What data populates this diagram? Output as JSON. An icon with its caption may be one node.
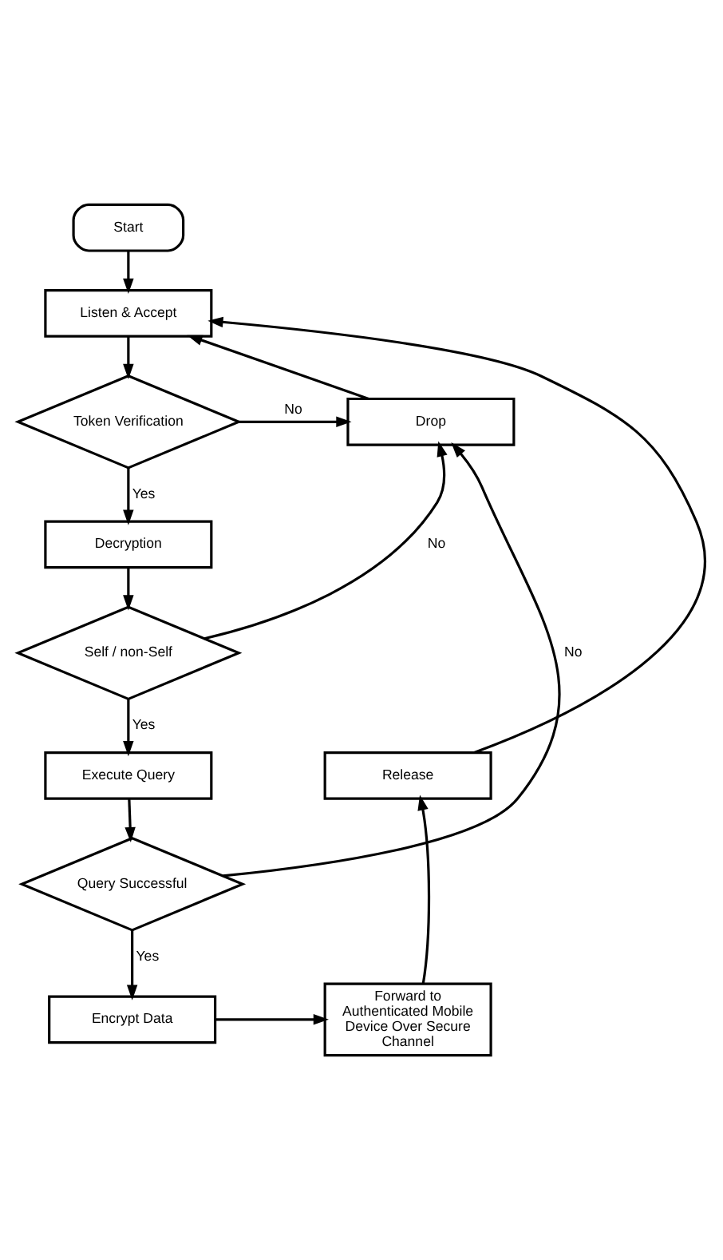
{
  "diagram": {
    "nodes": [
      {
        "text": [
          "Start"
        ]
      },
      {
        "text": [
          "Listen & Accept"
        ]
      },
      {
        "text": [
          "Drop"
        ]
      },
      {
        "text": [
          "Token Verification"
        ]
      },
      {
        "text": [
          "Decryption"
        ]
      },
      {
        "text": [
          "Self / non-Self"
        ]
      },
      {
        "text": [
          "Execute Query"
        ]
      },
      {
        "text": [
          "Release"
        ]
      },
      {
        "text": [
          "Query Successful"
        ]
      },
      {
        "text": [
          "Encrypt Data"
        ]
      },
      {
        "text": [
          "Forward to Authenticated Mobile Device Over Secure Channel"
        ]
      }
    ],
    "edges": [
      {
        "from": 0,
        "to": 1,
        "arrow": "to"
      },
      {
        "from": 1,
        "to": 3,
        "arrow": "to"
      },
      {
        "from": 3,
        "to": 2,
        "arrow": "to",
        "label": "No"
      },
      {
        "from": 2,
        "to": 1,
        "arrow": "to"
      },
      {
        "from": 3,
        "to": 4,
        "arrow": "to",
        "label": "Yes"
      },
      {
        "from": 4,
        "to": 5,
        "arrow": "to"
      },
      {
        "from": 5,
        "to": 2,
        "arrow": "to",
        "label": "No"
      },
      {
        "from": 5,
        "to": 6,
        "arrow": "to",
        "label": "Yes"
      },
      {
        "from": 6,
        "to": 8,
        "arrow": "to"
      },
      {
        "from": 8,
        "to": 2,
        "arrow": "to",
        "label": "No"
      },
      {
        "from": 8,
        "to": 9,
        "arrow": "to",
        "label": "Yes"
      },
      {
        "from": 9,
        "to": 10,
        "arrow": "to"
      },
      {
        "from": 10,
        "to": 7,
        "arrow": "to"
      },
      {
        "from": 7,
        "to": 1,
        "arrow": "to"
      }
    ]
  }
}
